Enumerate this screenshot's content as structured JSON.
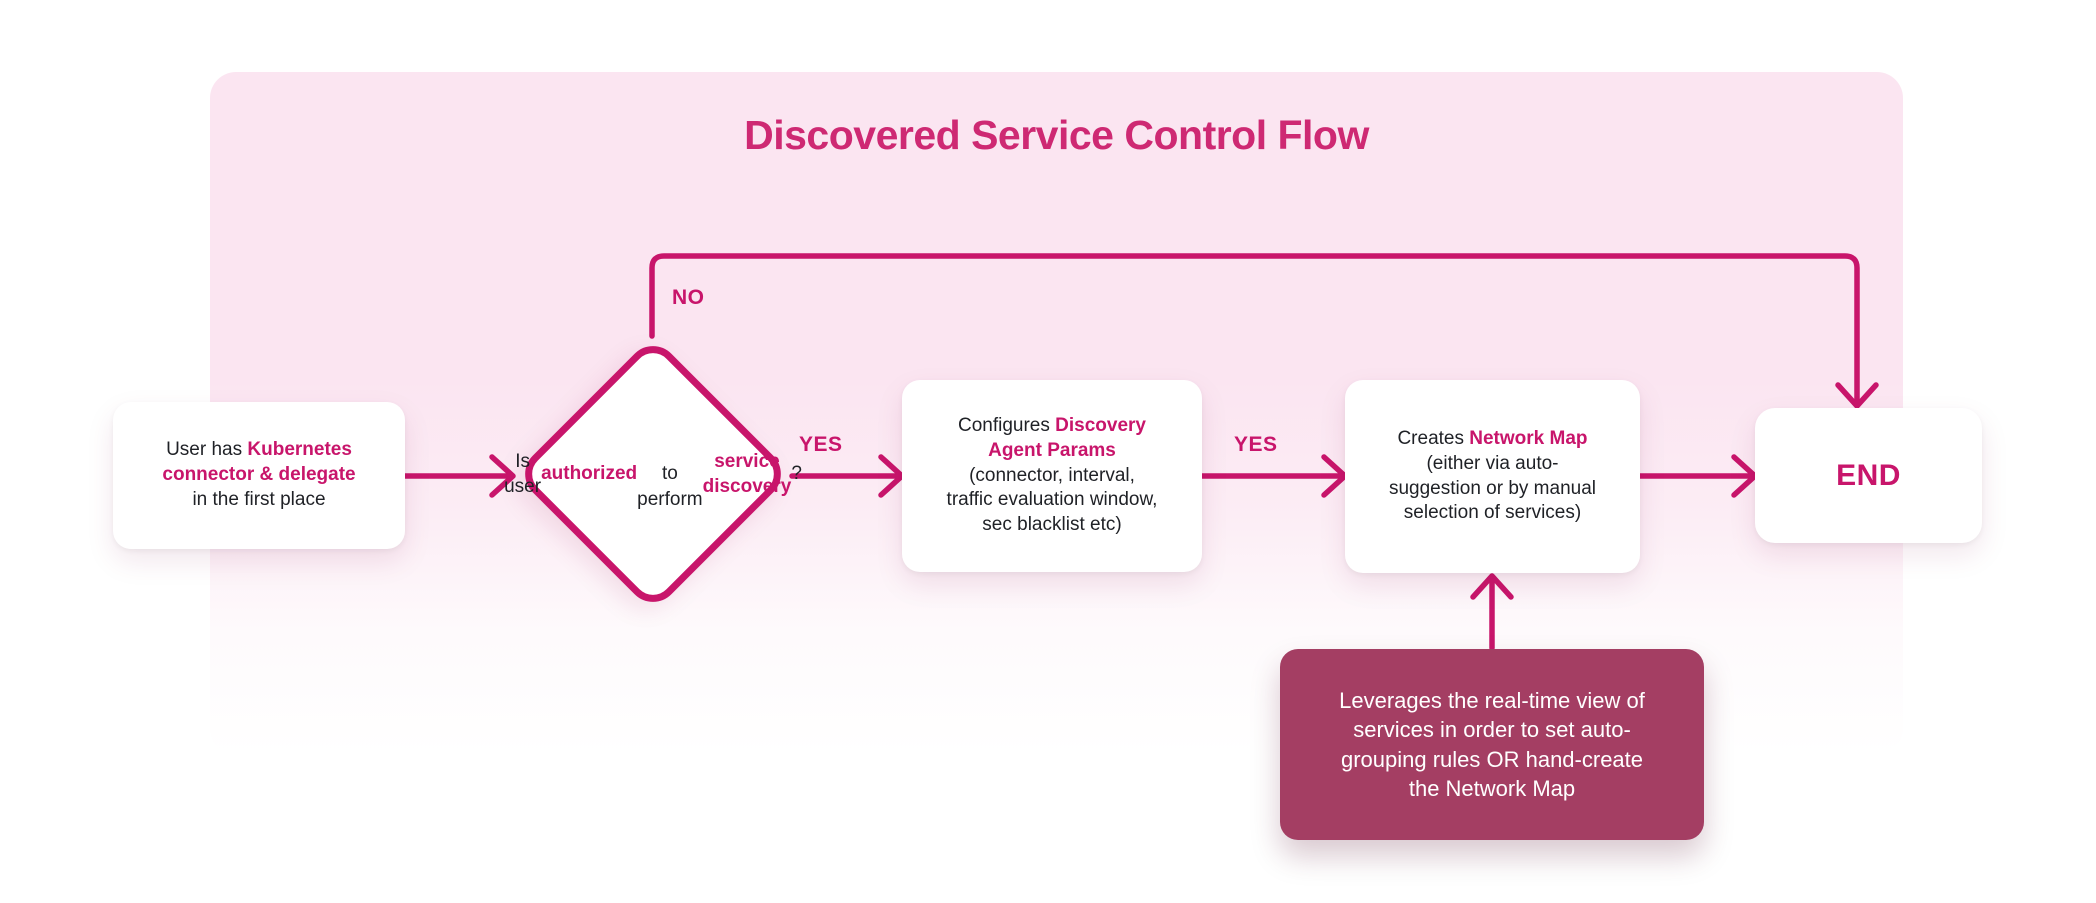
{
  "title": "Discovered Service Control Flow",
  "colors": {
    "accent": "#C8156B",
    "title": "#CE2973",
    "panel": "#FBE5F1",
    "note_bg": "#A43E63",
    "text": "#1F2126"
  },
  "edges": {
    "no_label": "NO",
    "yes1_label": "YES",
    "yes2_label": "YES"
  },
  "nodes": {
    "start": {
      "segments": [
        {
          "text": "User has "
        },
        {
          "text": "Kubernetes\nconnector & delegate",
          "accent": true
        },
        {
          "text": "\nin the first place"
        }
      ]
    },
    "decision": {
      "segments": [
        {
          "text": "Is user\n"
        },
        {
          "text": "authorized",
          "accent": true
        },
        {
          "text": "\nto perform\n"
        },
        {
          "text": "service discovery",
          "accent": true
        },
        {
          "text": "?"
        }
      ]
    },
    "configure": {
      "segments": [
        {
          "text": "Configures "
        },
        {
          "text": "Discovery\nAgent Params",
          "accent": true
        },
        {
          "text": "\n(connector, interval,\ntraffic evaluation window,\nsec blacklist etc)"
        }
      ]
    },
    "create_map": {
      "segments": [
        {
          "text": "Creates "
        },
        {
          "text": "Network Map",
          "accent": true
        },
        {
          "text": "\n(either via auto-\nsuggestion or by manual\nselection of services)"
        }
      ]
    },
    "end": {
      "label": "END"
    },
    "note": {
      "segments": [
        {
          "text": "Leverages the real-time view of\nservices in order to set auto-\ngrouping rules OR hand-create\nthe Network Map"
        }
      ]
    }
  }
}
